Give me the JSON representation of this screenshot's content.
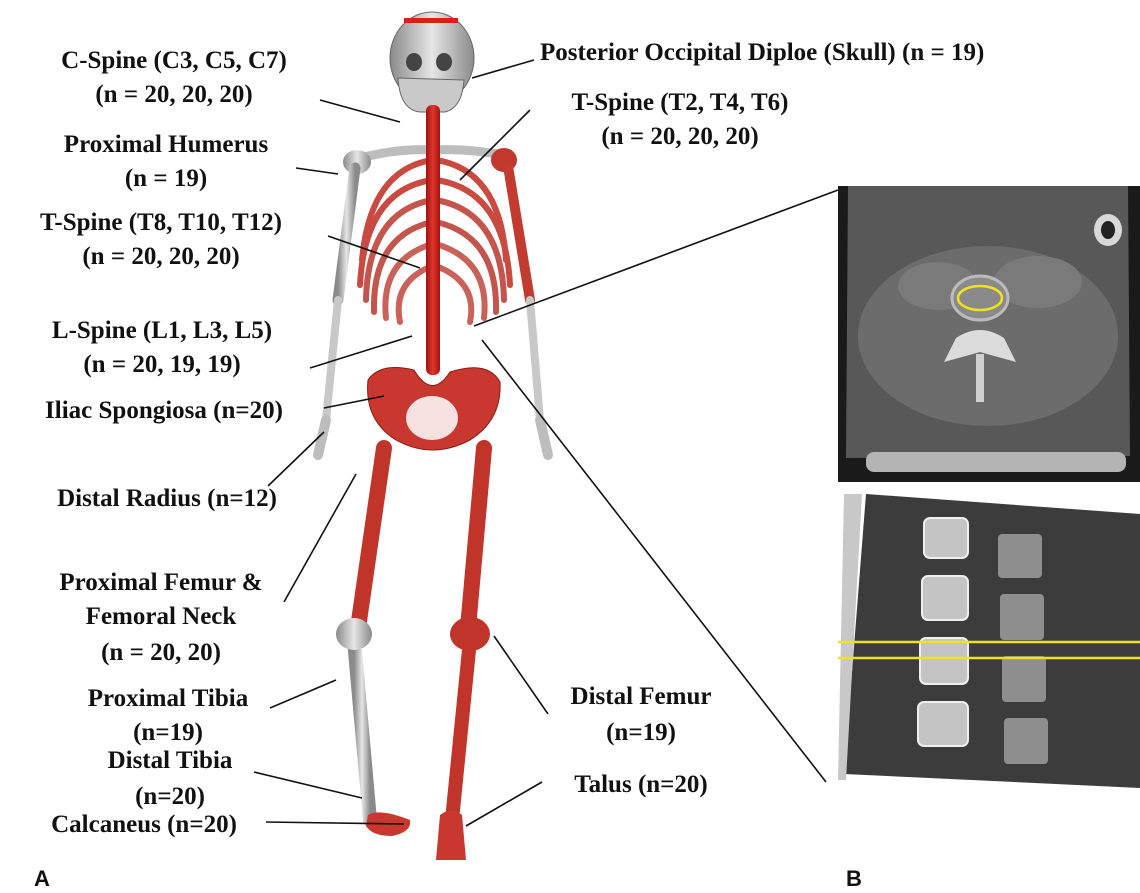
{
  "panels": {
    "a": "A",
    "b": "B"
  },
  "labels": {
    "skull": "Posterior Occipital Diploe (Skull) (n = 19)",
    "c_spine_1": "C-Spine (C3, C5, C7)",
    "c_spine_2": "(n = 20, 20, 20)",
    "t_spine_upper_1": "T-Spine (T2, T4, T6)",
    "t_spine_upper_2": "(n = 20, 20, 20)",
    "prox_humerus_1": "Proximal Humerus",
    "prox_humerus_2": "(n = 19)",
    "t_spine_lower_1": "T-Spine (T8, T10, T12)",
    "t_spine_lower_2": "(n = 20, 20, 20)",
    "l_spine_1": "L-Spine (L1, L3, L5)",
    "l_spine_2": "(n = 20, 19, 19)",
    "iliac": "Iliac Spongiosa (n=20)",
    "distal_radius": "Distal Radius (n=12)",
    "prox_femur_1": "Proximal Femur &",
    "prox_femur_2": "Femoral Neck",
    "prox_femur_3": "(n = 20, 20)",
    "prox_tibia_1": "Proximal Tibia",
    "prox_tibia_2": "(n=19)",
    "distal_femur_1": "Distal Femur",
    "distal_femur_2": "(n=19)",
    "distal_tibia_1": "Distal Tibia",
    "distal_tibia_2": "(n=20)",
    "talus": "Talus (n=20)",
    "calcaneus": "Calcaneus (n=20)"
  },
  "colors": {
    "bone_highlight": "#d8201a",
    "bone_gray": "#bdbdbd",
    "ct_roi": "#f2e21a",
    "leader_line": "#111111"
  }
}
